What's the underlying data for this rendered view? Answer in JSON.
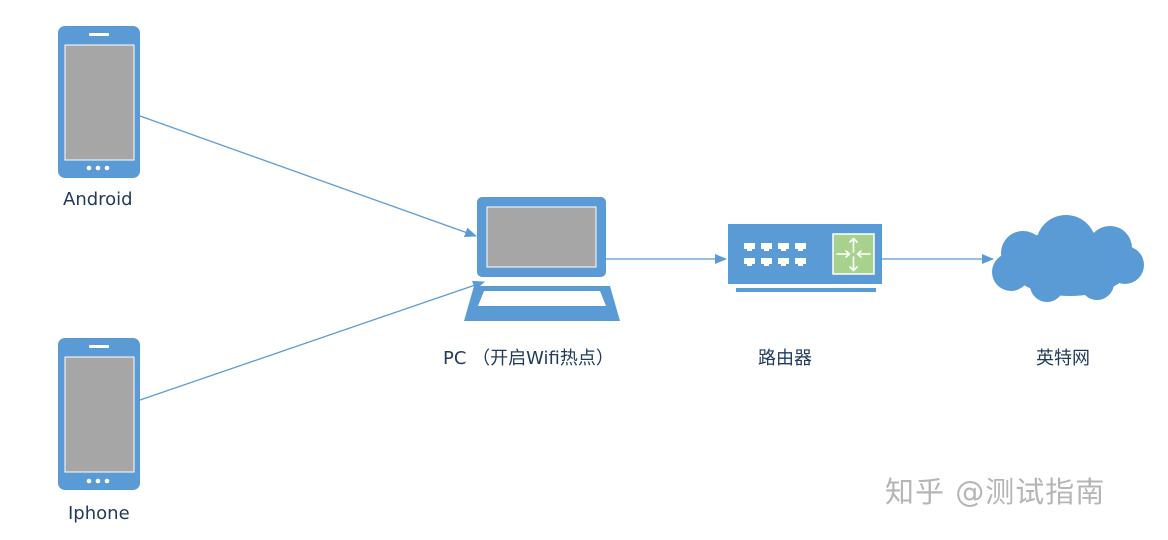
{
  "nodes": {
    "android": {
      "label": "Android"
    },
    "iphone": {
      "label": "Iphone"
    },
    "pc": {
      "label": "PC （开启Wifi热点）"
    },
    "router": {
      "label": "路由器"
    },
    "internet": {
      "label": "英特网"
    }
  },
  "edges": [
    {
      "from": "android",
      "to": "pc"
    },
    {
      "from": "iphone",
      "to": "pc"
    },
    {
      "from": "pc",
      "to": "router"
    },
    {
      "from": "router",
      "to": "internet"
    }
  ],
  "watermark": "知乎 @测试指南",
  "colors": {
    "device_blue": "#5b9bd5",
    "screen_gray": "#a6a6a6",
    "router_icon_green": "#a9d18e",
    "label_text": "#1f3a5c"
  }
}
